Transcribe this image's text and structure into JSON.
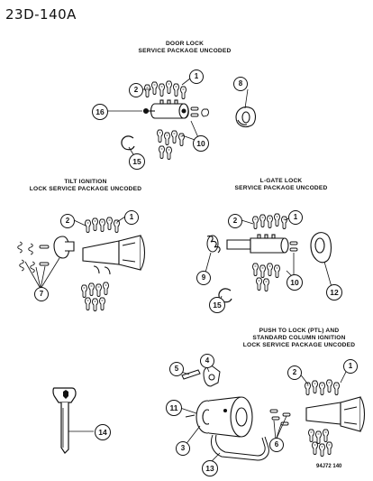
{
  "page_id": "23D-140A",
  "figure_code": "94J72 140",
  "sections": {
    "door": {
      "title_line1": "DOOR LOCK",
      "title_line2": "SERVICE PACKAGE UNCODED"
    },
    "tilt": {
      "title_line1": "TILT IGNITION",
      "title_line2": "LOCK SERVICE PACKAGE UNCODED"
    },
    "lgate": {
      "title_line1": "L-GATE LOCK",
      "title_line2": "SERVICE PACKAGE UNCODED"
    },
    "ptl": {
      "title_line1": "PUSH TO LOCK (PTL) AND",
      "title_line2": "STANDARD COLUMN IGNITION",
      "title_line3": "LOCK SERVICE PACKAGE UNCODED"
    }
  },
  "callouts": {
    "door_2": "2",
    "door_1": "1",
    "door_8": "8",
    "door_16": "16",
    "door_10": "10",
    "door_15": "15",
    "tilt_2": "2",
    "tilt_1": "1",
    "tilt_7": "7",
    "lgate_2": "2",
    "lgate_1": "1",
    "lgate_9": "9",
    "lgate_10": "10",
    "lgate_12": "12",
    "lgate_15": "15",
    "key_14": "14",
    "ptl_5": "5",
    "ptl_4": "4",
    "ptl_11": "11",
    "ptl_3": "3",
    "ptl_13": "13",
    "ptl_6": "6",
    "ptl_2": "2",
    "ptl_1": "1"
  }
}
